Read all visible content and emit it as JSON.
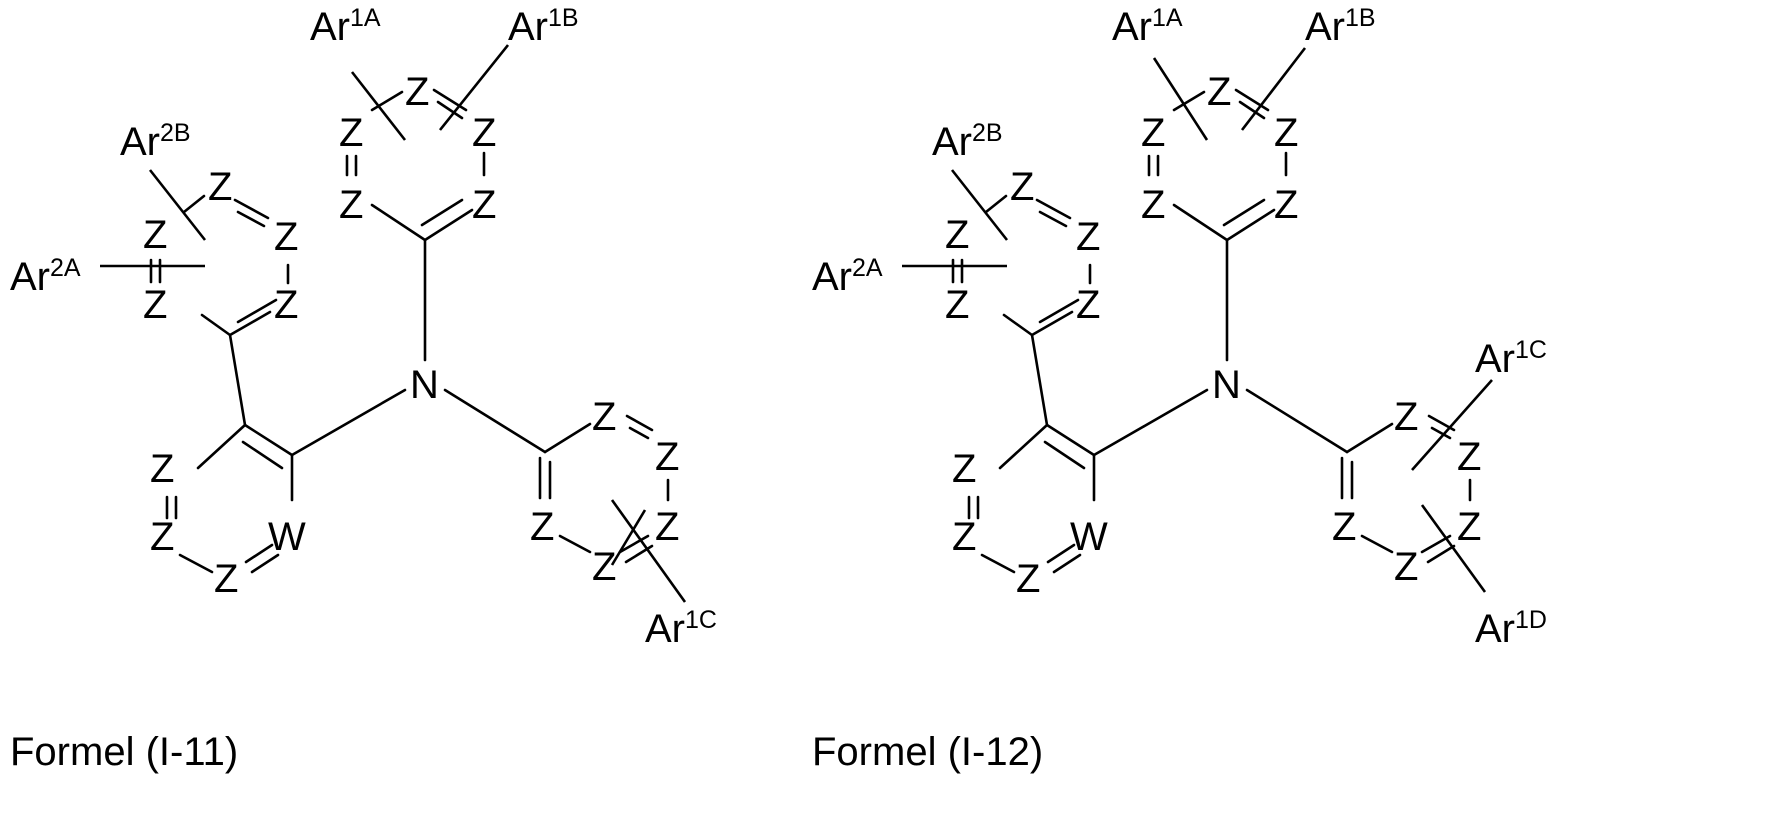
{
  "structures": [
    {
      "id": "I-11",
      "caption": "Formel (I-11)",
      "atoms": {
        "ring_sym": "Z",
        "ring_sym_alt": "W",
        "nitrogen": "N"
      },
      "substituents": {
        "ar2a": {
          "base": "Ar",
          "sup": "2A"
        },
        "ar2b": {
          "base": "Ar",
          "sup": "2B"
        },
        "ar1a": {
          "base": "Ar",
          "sup": "1A"
        },
        "ar1b": {
          "base": "Ar",
          "sup": "1B"
        },
        "ar1c": {
          "base": "Ar",
          "sup": "1C"
        }
      }
    },
    {
      "id": "I-12",
      "caption": "Formel (I-12)",
      "atoms": {
        "ring_sym": "Z",
        "ring_sym_alt": "W",
        "nitrogen": "N"
      },
      "substituents": {
        "ar2a": {
          "base": "Ar",
          "sup": "2A"
        },
        "ar2b": {
          "base": "Ar",
          "sup": "2B"
        },
        "ar1a": {
          "base": "Ar",
          "sup": "1A"
        },
        "ar1b": {
          "base": "Ar",
          "sup": "1B"
        },
        "ar1c": {
          "base": "Ar",
          "sup": "1C"
        },
        "ar1d": {
          "base": "Ar",
          "sup": "1D"
        }
      }
    }
  ]
}
